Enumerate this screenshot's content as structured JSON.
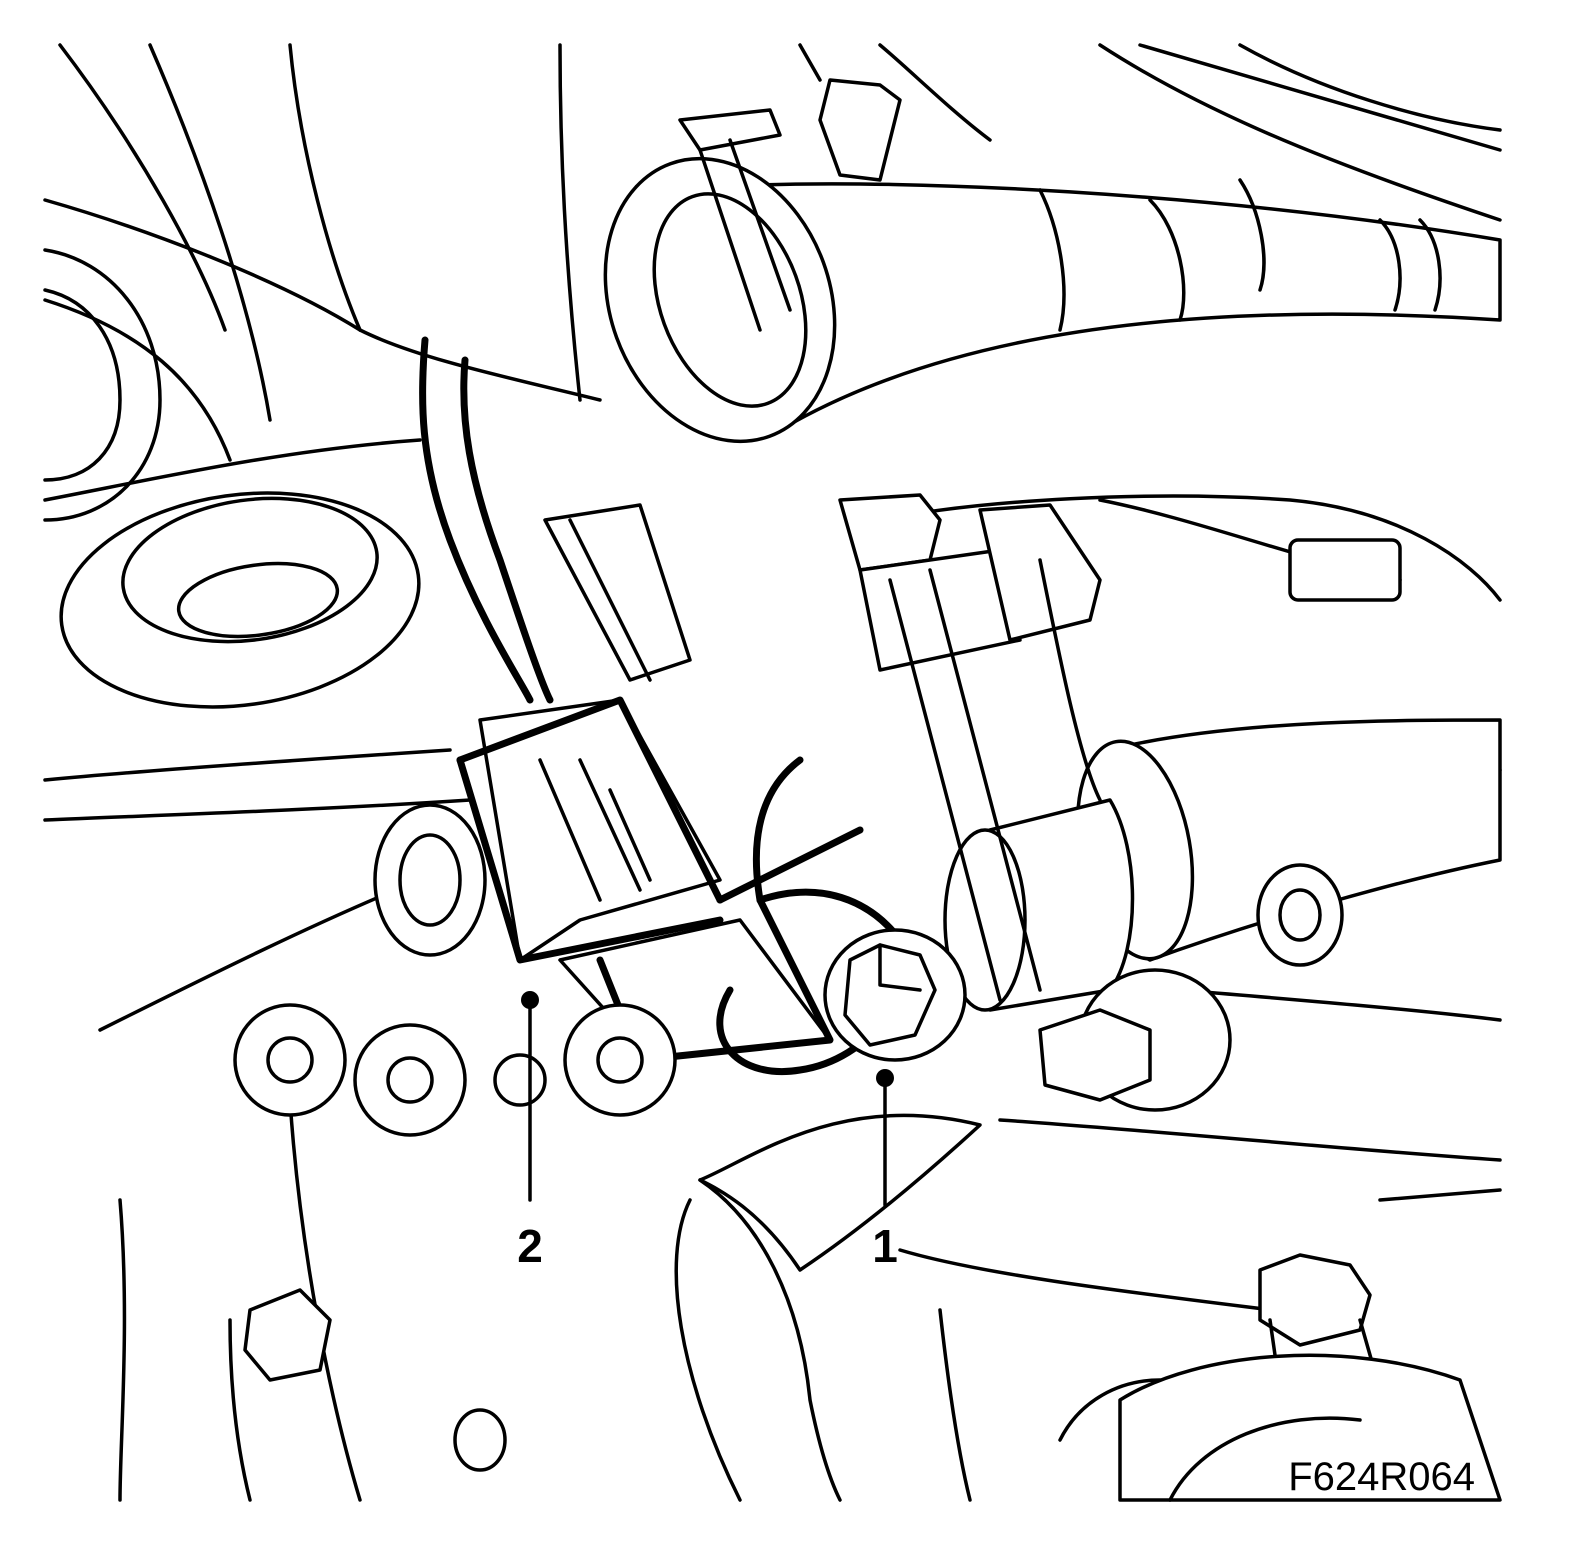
{
  "callouts": [
    {
      "label": "2"
    },
    {
      "label": "1"
    }
  ],
  "figure_reference": "F624R064"
}
